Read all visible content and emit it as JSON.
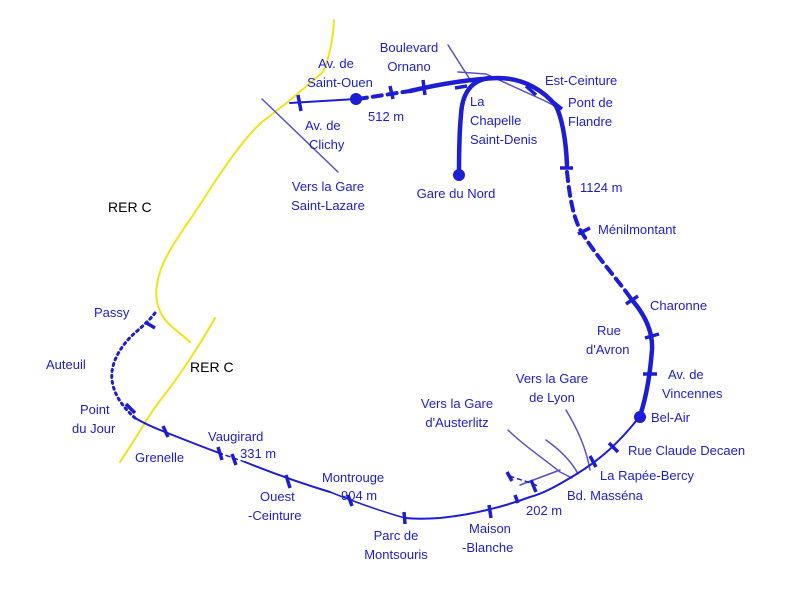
{
  "colors": {
    "line": "#1d1dd6",
    "rer": "#f2e21a",
    "branch": "#5a50c8",
    "label": "#1d1dd6",
    "rer_label": "#000000"
  },
  "labels": {
    "av_saint_ouen_1": "Av. de",
    "av_saint_ouen_2": "Saint-Ouen",
    "boulevard_ornano_1": "Boulevard",
    "boulevard_ornano_2": "Ornano",
    "est_ceinture": "Est-Ceinture",
    "pont_flandre_1": "Pont de",
    "pont_flandre_2": "Flandre",
    "la_chapelle_1": "La",
    "la_chapelle_2": "Chapelle",
    "la_chapelle_3": "Saint-Denis",
    "av_clichy_1": "Av. de",
    "av_clichy_2": "Clichy",
    "dist_512": "512 m",
    "gare_du_nord": "Gare du Nord",
    "vers_saint_lazare_1": "Vers la Gare",
    "vers_saint_lazare_2": "Saint-Lazare",
    "rer_c_top": "RER C",
    "rer_c_mid": "RER C",
    "dist_1124": "1124 m",
    "menilmontant": "Ménilmontant",
    "charonne": "Charonne",
    "passy": "Passy",
    "rue_avron_1": "Rue",
    "rue_avron_2": "d'Avron",
    "auteuil": "Auteuil",
    "av_vincennes_1": "Av. de",
    "av_vincennes_2": "Vincennes",
    "vers_lyon_1": "Vers la Gare",
    "vers_lyon_2": "de Lyon",
    "point_du_jour_1": "Point",
    "point_du_jour_2": "du Jour",
    "vers_austerlitz_1": "Vers la Gare",
    "vers_austerlitz_2": "d'Austerlitz",
    "bel_air": "Bel-Air",
    "vaugirard": "Vaugirard",
    "dist_331": "331 m",
    "rue_claude_decaen": "Rue Claude Decaen",
    "grenelle": "Grenelle",
    "la_rapee_bercy": "La Rapée-Bercy",
    "montrouge": "Montrouge",
    "dist_904": "904 m",
    "ouest_ceinture_1": "Ouest",
    "ouest_ceinture_2": "-Ceinture",
    "bd_massena": "Bd. Masséna",
    "dist_202": "202 m",
    "maison_blanche_1": "Maison",
    "maison_blanche_2": "-Blanche",
    "parc_montsouris_1": "Parc de",
    "parc_montsouris_2": "Montsouris"
  }
}
